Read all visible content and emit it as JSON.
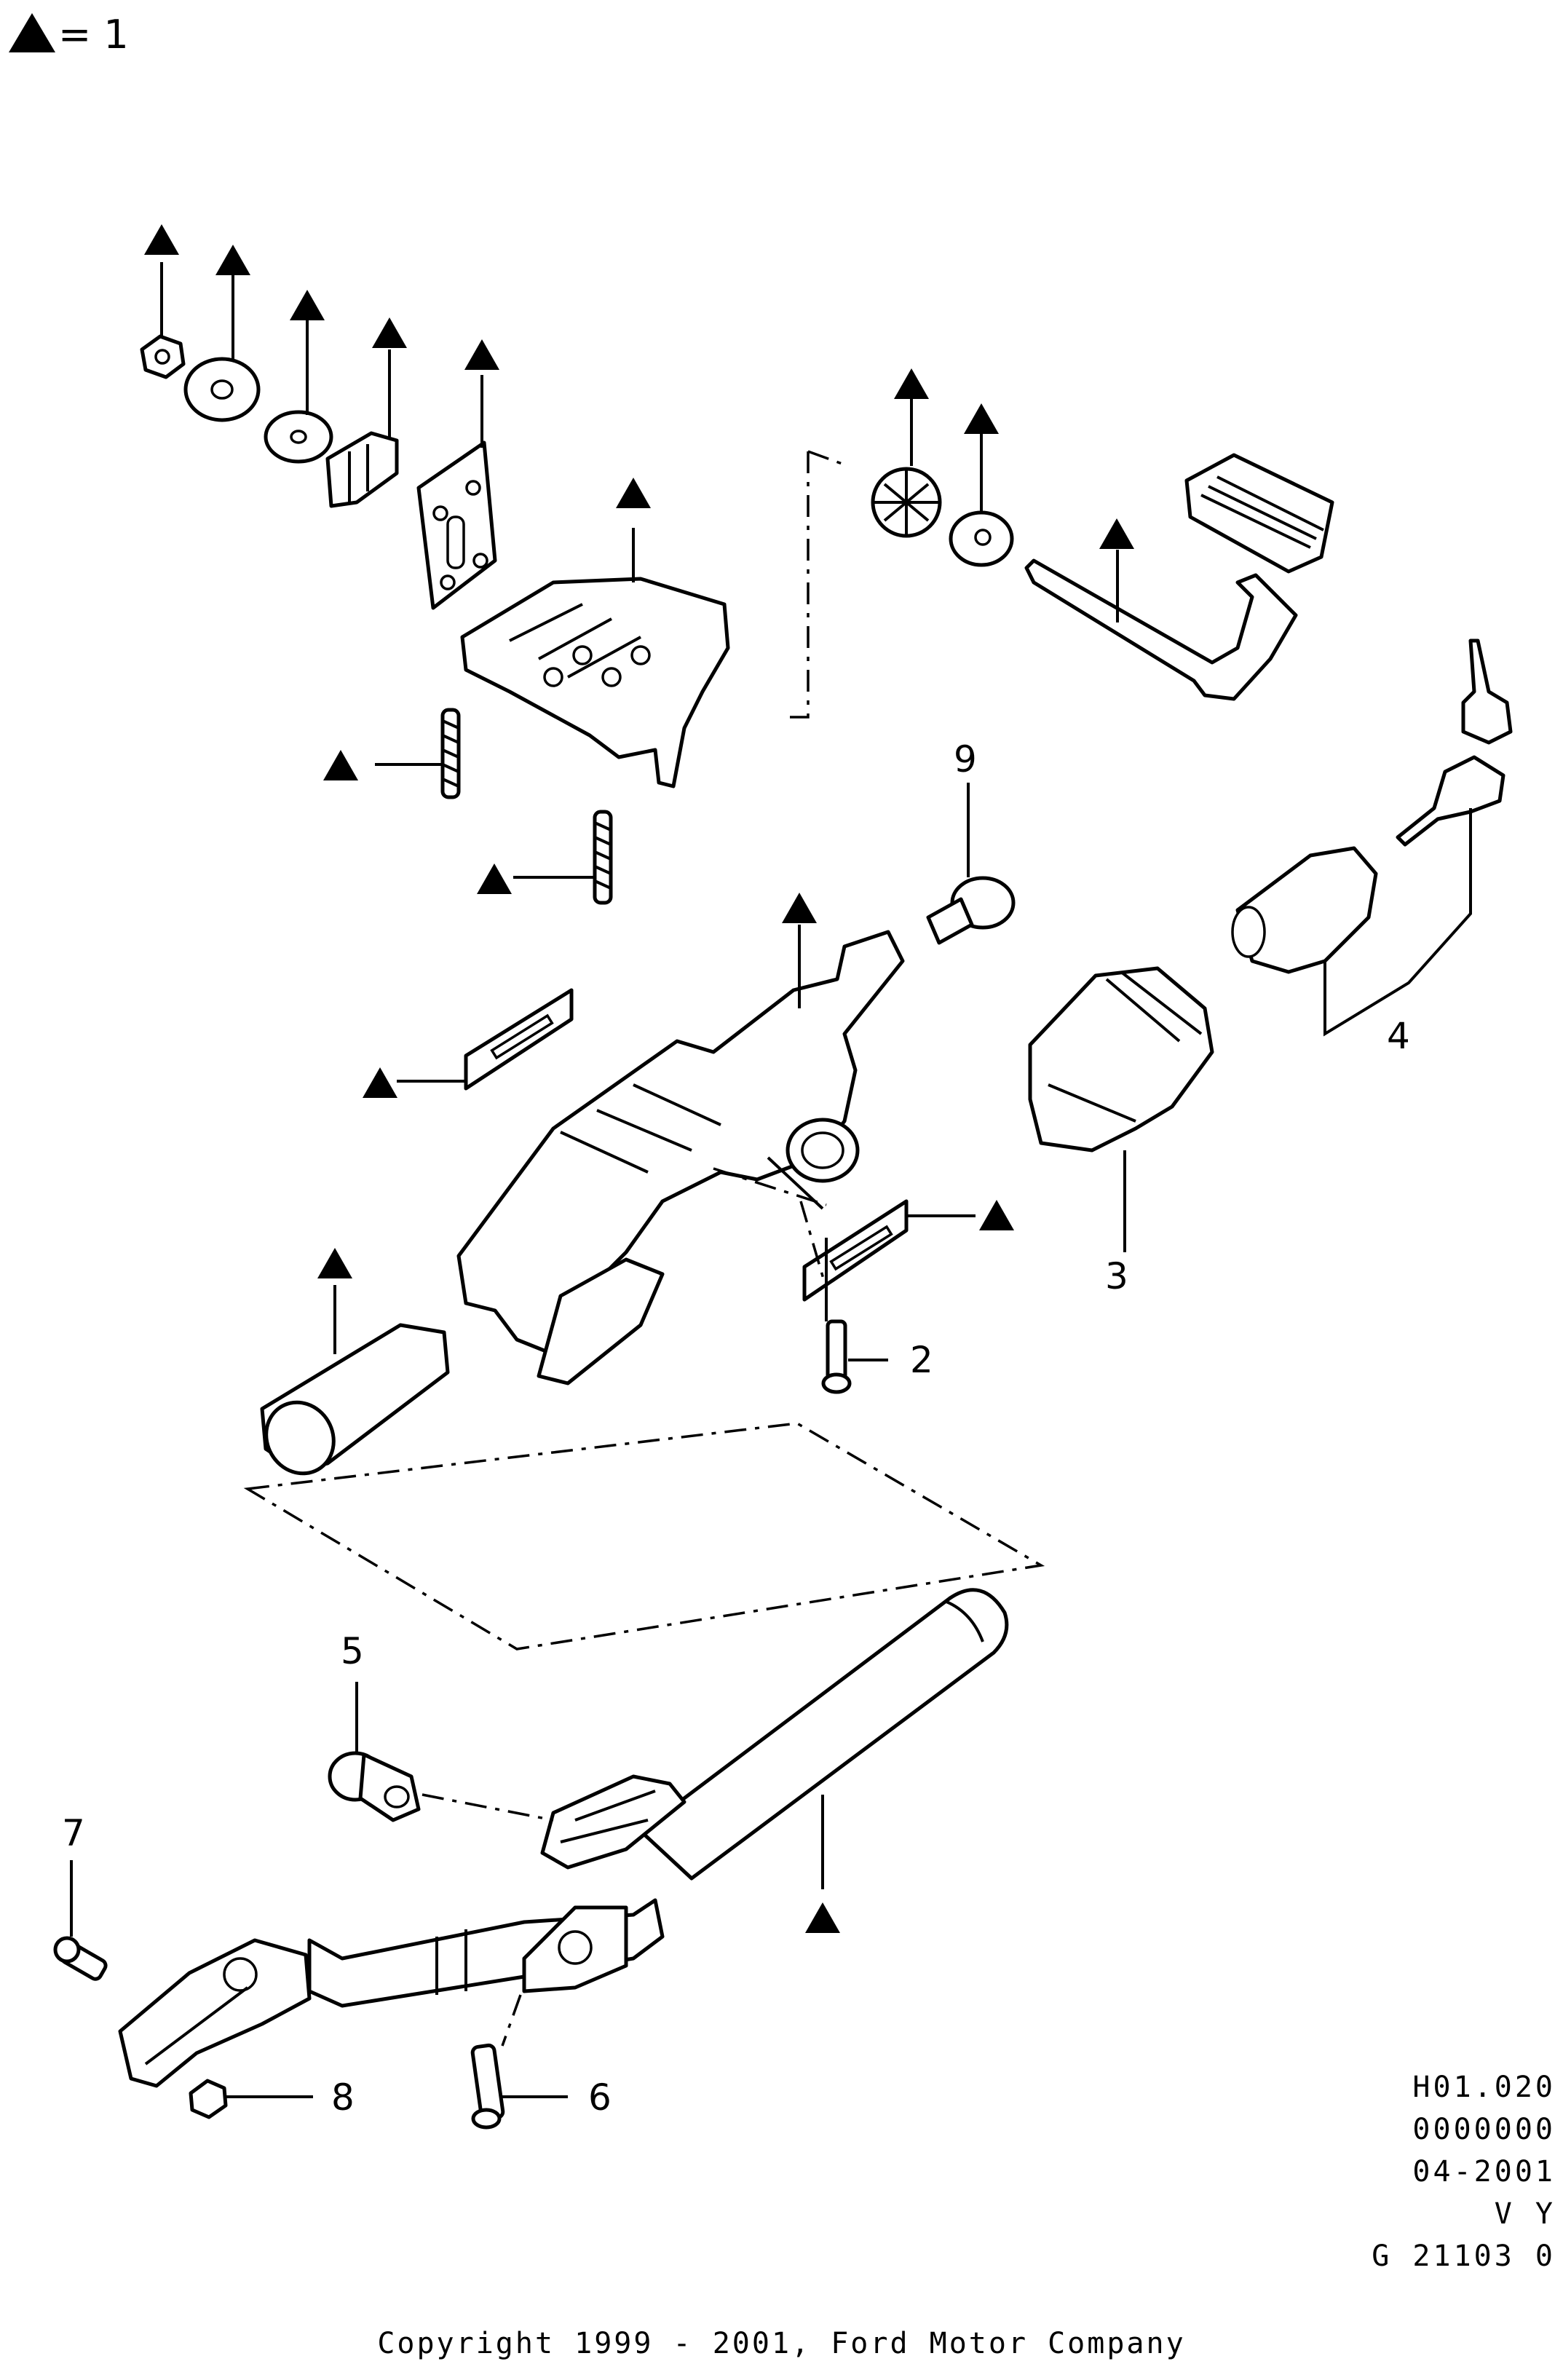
{
  "legend": {
    "symbol": "filled-triangle",
    "text": "= 1"
  },
  "callouts": [
    "9",
    "4",
    "3",
    "2",
    "5",
    "7",
    "8",
    "6"
  ],
  "reference_block": [
    "H01.020",
    "0000000",
    "04-2001",
    "V Y",
    "G 21103 0"
  ],
  "copyright": "Copyright 1999 - 2001, Ford Motor Company",
  "colors": {
    "ink": "#000000",
    "paper": "#ffffff"
  }
}
